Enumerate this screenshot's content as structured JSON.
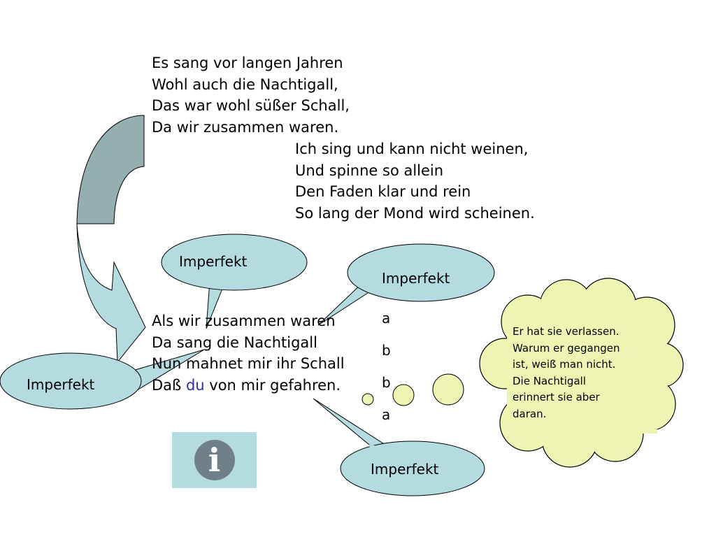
{
  "poem": {
    "stanza1": [
      "Es sang vor langen Jahren",
      "Wohl auch die Nachtigall,",
      "Das war wohl süßer Schall,",
      "Da wir zusammen waren."
    ],
    "stanza2": [
      "Ich sing und kann nicht weinen,",
      "Und spinne so allein",
      "Den Faden klar und rein",
      "So lang der Mond wird scheinen."
    ],
    "stanza3": {
      "line1": "Als wir zusammen waren",
      "line2": "Da sang die Nachtigall",
      "line3": "Nun mahnet mir ihr Schall",
      "line4_start": "Daß ",
      "line4_highlight": "du",
      "line4_end": " von mir gefahren."
    }
  },
  "bubbles": {
    "top_left": "Imperfekt",
    "top_right": "Imperfekt",
    "left": "Imperfekt",
    "bottom": "Imperfekt"
  },
  "rhyme_scheme": [
    "a",
    "b",
    "b",
    "a"
  ],
  "thought_cloud": [
    "Er hat sie verlassen.",
    "Warum er gegangen",
    "ist, weiß man nicht.",
    "Die Nachtigall",
    "erinnert sie aber",
    "daran."
  ],
  "info_button": {
    "glyph": "i",
    "icon": "info-icon"
  },
  "colors": {
    "arrow_dark": "#95aeaf",
    "arrow_light": "#b3dbe0",
    "bubble": "#b3dbe0",
    "cloud": "#eef5b3",
    "highlight": "#2b2fa3"
  }
}
